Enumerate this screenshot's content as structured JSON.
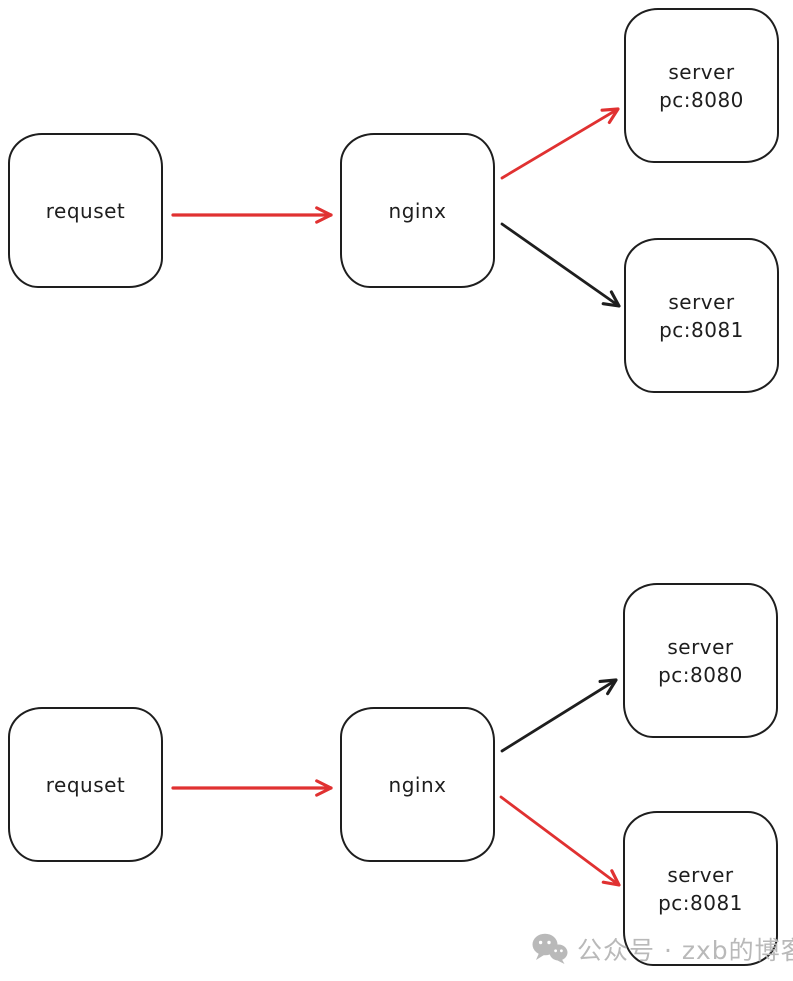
{
  "colors": {
    "stroke": "#1e1e1e",
    "red": "#e03131",
    "black": "#1e1e1e",
    "watermark": "#b9b9b9",
    "background": "#ffffff"
  },
  "top_diagram": {
    "request": {
      "label": "requset"
    },
    "nginx": {
      "label": "nginx"
    },
    "server_8080": {
      "line1": "server",
      "line2": "pc:8080"
    },
    "server_8081": {
      "line1": "server",
      "line2": "pc:8081"
    },
    "arrows": {
      "request_to_nginx": "red",
      "nginx_to_8080": "red",
      "nginx_to_8081": "black"
    }
  },
  "bottom_diagram": {
    "request": {
      "label": "requset"
    },
    "nginx": {
      "label": "nginx"
    },
    "server_8080": {
      "line1": "server",
      "line2": "pc:8080"
    },
    "server_8081": {
      "line1": "server",
      "line2": "pc:8081"
    },
    "arrows": {
      "request_to_nginx": "red",
      "nginx_to_8080": "black",
      "nginx_to_8081": "red"
    }
  },
  "watermark": {
    "icon": "wechat-icon",
    "text": "公众号 · zxb的博客"
  }
}
